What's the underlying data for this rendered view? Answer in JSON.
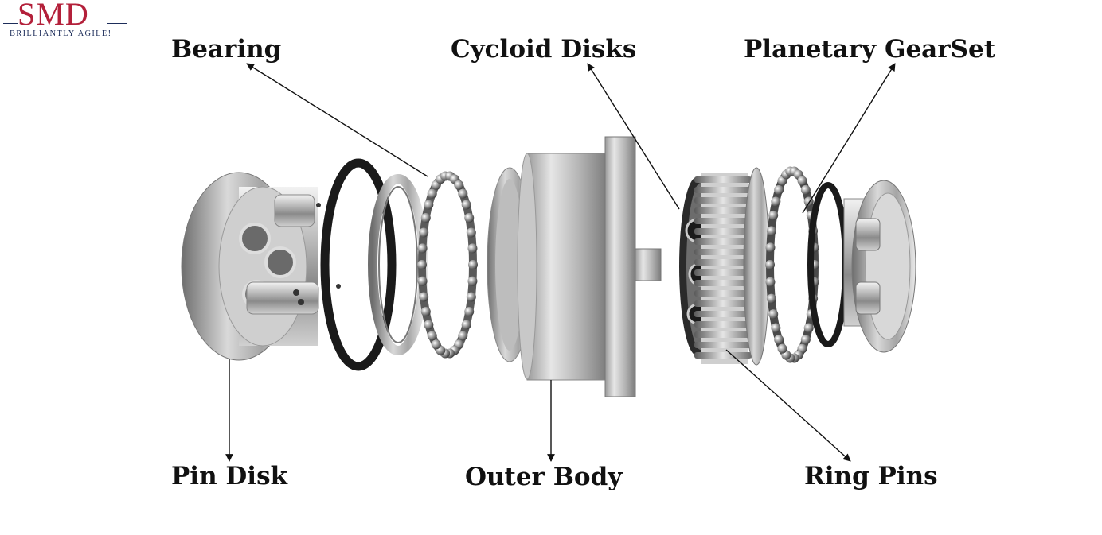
{
  "logo": {
    "name": "SMD",
    "tagline": "BRILLIANTLY AGILE!",
    "color": "#b3203a",
    "tagline_color": "#1d2d5a"
  },
  "labels": {
    "bearing": "Bearing",
    "cycloid_disks": "Cycloid Disks",
    "planetary_gearset": "Planetary GearSet",
    "pin_disk": "Pin Disk",
    "outer_body": "Outer Body",
    "ring_pins": "Ring Pins"
  }
}
